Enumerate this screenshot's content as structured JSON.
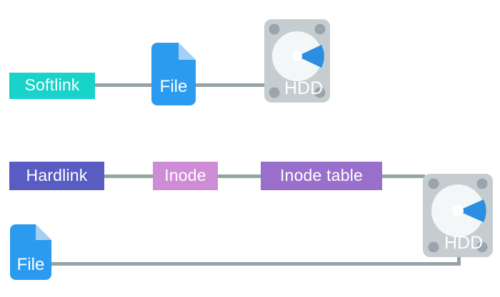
{
  "diagram": {
    "title": "Softlink and Hardlink filesystem diagram",
    "background": "#ffffff",
    "colors": {
      "softlink_box": "#17D3C9",
      "hardlink_box": "#585CC3",
      "inode_box": "#CE8CD6",
      "inode_table_box": "#9A6FCC",
      "file_icon": "#2B9BF0",
      "file_icon_fold": "#A5CFF7",
      "hdd_body": "#C5CDD1",
      "hdd_disc": "#F4F7F8",
      "hdd_screw": "#9AA4AA",
      "hdd_wedge": "#2C8EE0",
      "connector_grey": "#96A3A8",
      "connector_green": "#8FA8A2",
      "label_text": "#FFFFFF"
    }
  },
  "rows": {
    "softlink_row": {
      "name": "softlink-chain",
      "softlink": {
        "label": "Softlink"
      },
      "file": {
        "label": "File",
        "icon": "file-icon"
      },
      "hdd": {
        "label": "HDD",
        "icon": "hdd-icon"
      }
    },
    "hardlink_row": {
      "name": "hardlink-chain",
      "hardlink": {
        "label": "Hardlink"
      },
      "inode": {
        "label": "Inode"
      },
      "inode_table": {
        "label": "Inode table"
      },
      "hdd": {
        "label": "HDD",
        "icon": "hdd-icon"
      }
    },
    "file_row": {
      "name": "file-direct-chain",
      "file": {
        "label": "File",
        "icon": "file-icon"
      }
    }
  },
  "connectors": [
    {
      "name": "softlink-to-file",
      "from": "Softlink",
      "to": "File"
    },
    {
      "name": "file-to-hdd",
      "from": "File",
      "to": "HDD"
    },
    {
      "name": "hardlink-to-inode",
      "from": "Hardlink",
      "to": "Inode"
    },
    {
      "name": "inode-to-inode-table",
      "from": "Inode",
      "to": "Inode table"
    },
    {
      "name": "inode-table-to-hdd",
      "from": "Inode table",
      "to": "HDD"
    },
    {
      "name": "file-to-hdd-bottom",
      "from": "File",
      "to": "HDD"
    }
  ]
}
